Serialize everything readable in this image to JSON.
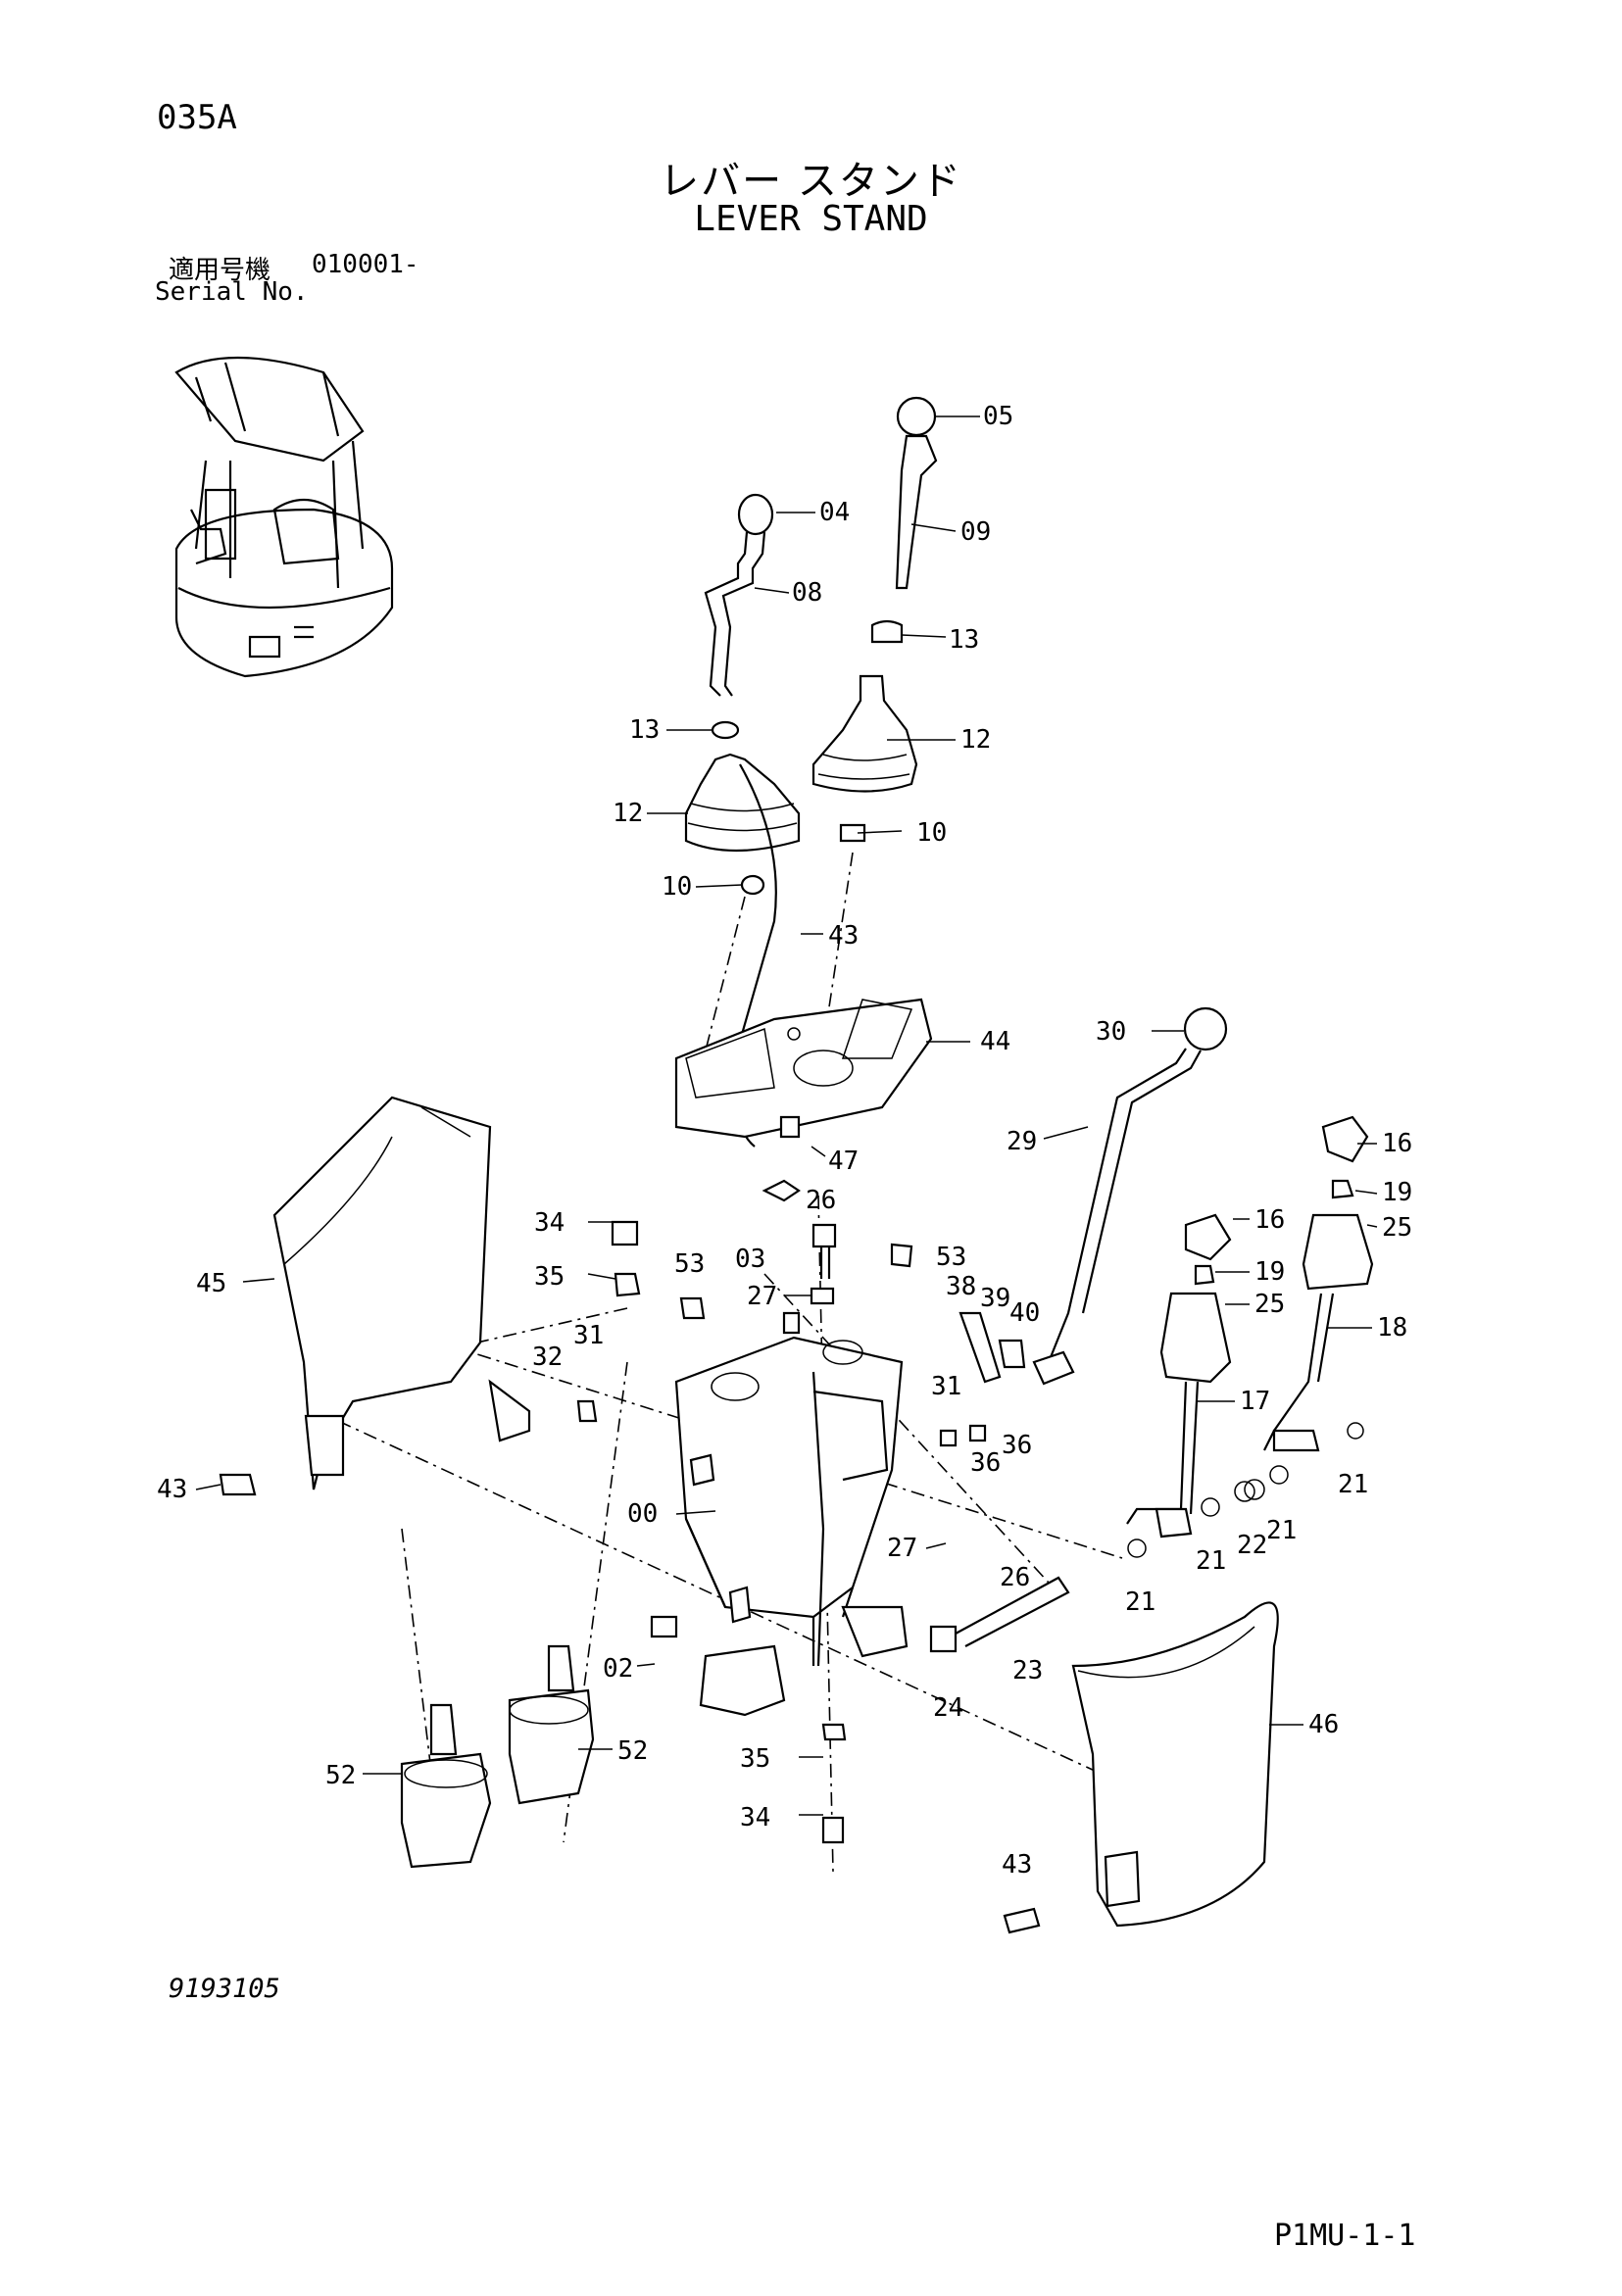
{
  "header": {
    "page_code": "035A",
    "title_jp": "レバー スタンド",
    "title_en": "LEVER STAND",
    "serial_label_jp": "適用号機",
    "serial_value": "010001-",
    "serial_label_en": "Serial No."
  },
  "footer": {
    "drawing_number": "9193105",
    "page_ref": "P1MU-1-1"
  },
  "callouts": [
    "05",
    "04",
    "09",
    "08",
    "13",
    "13",
    "12",
    "12",
    "10",
    "10",
    "43",
    "44",
    "30",
    "29",
    "16",
    "19",
    "25",
    "16",
    "19",
    "25",
    "18",
    "17",
    "47",
    "03",
    "26",
    "53",
    "53",
    "34",
    "35",
    "45",
    "27",
    "38",
    "39",
    "40",
    "32",
    "31",
    "31",
    "36",
    "36",
    "21",
    "21",
    "22",
    "21",
    "21",
    "43",
    "00",
    "27",
    "26",
    "02",
    "24",
    "23",
    "46",
    "52",
    "52",
    "35",
    "34",
    "43"
  ]
}
